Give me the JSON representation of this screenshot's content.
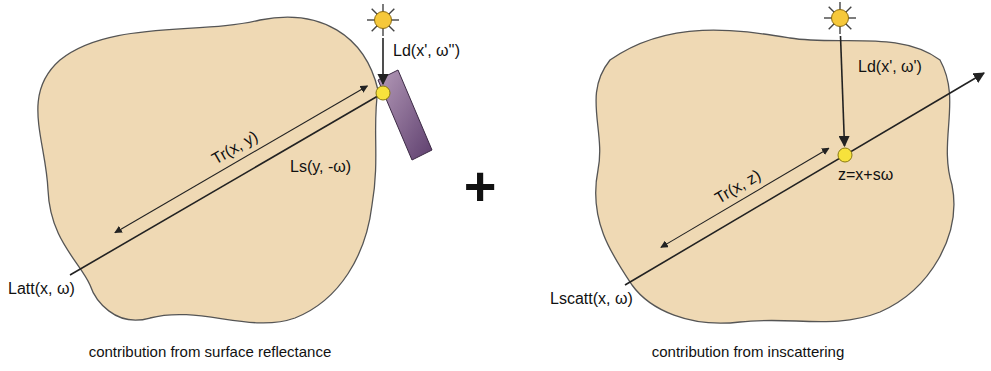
{
  "diagram": {
    "labels": [
      "Ld(x', ω'')",
      "Tr(x, y)",
      "Ls(y, -ω)",
      "Latt(x, ω)",
      "contribution from surface reflectance",
      "+",
      "Ld(x', ω')",
      "Tr(x, z)",
      "z=x+sω",
      "Lscatt(x, ω)",
      "contribution from inscattering"
    ]
  }
}
